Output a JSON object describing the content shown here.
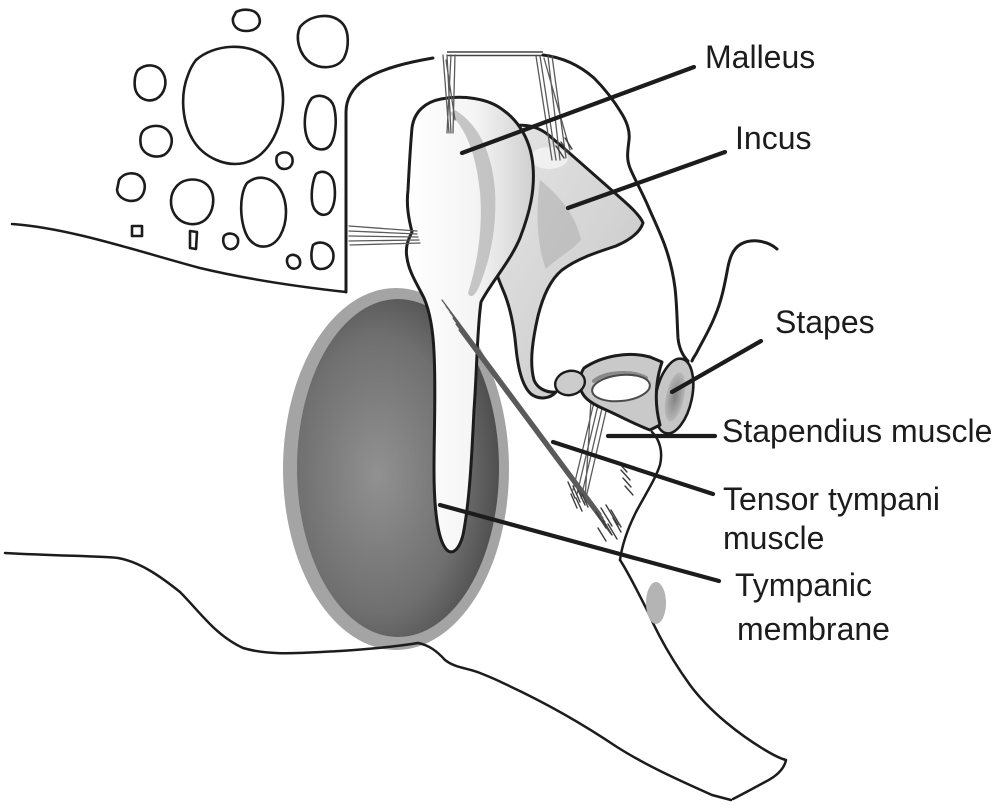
{
  "figure": {
    "labels": {
      "malleus": "Malleus",
      "incus": "Incus",
      "stapes": "Stapes",
      "stapedius_muscle": "Stapendius muscle",
      "tensor_tympani_line1": "Tensor tympani",
      "tensor_tympani_line2": "muscle",
      "tympanic_membrane_line1": "Tympanic",
      "tympanic_membrane_line2": "membrane"
    },
    "colors": {
      "outline": "#1c1c1c",
      "label_text": "#1c1c1c",
      "bone_light": "#f2f2f2",
      "bone_mid": "#cccccc",
      "membrane_ring": "#a4a4a4",
      "membrane_edge": "#353535",
      "membrane_center": "#8e8e8e",
      "round_window": "#b4b4b4",
      "background": "#ffffff"
    }
  }
}
